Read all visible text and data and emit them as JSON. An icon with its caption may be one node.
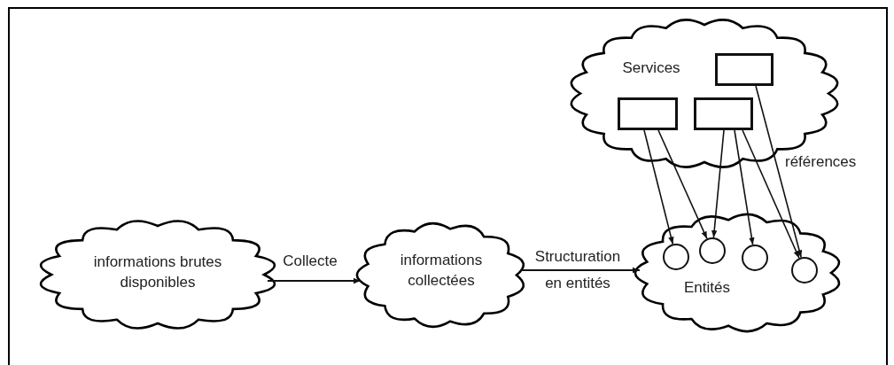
{
  "diagram": {
    "nodes": [
      {
        "text": [
          "informations brutes disponibles"
        ]
      },
      {
        "text": [
          "informations collectées"
        ]
      },
      {
        "text": [
          "Services"
        ]
      },
      {
        "text": [],
        "shape": "box",
        "in": 2
      },
      {
        "text": [],
        "shape": "box",
        "in": 2
      },
      {
        "text": [],
        "shape": "box",
        "in": 2
      },
      {
        "text": [
          "Entités"
        ]
      },
      {
        "text": [],
        "shape": "circle",
        "in": 6
      },
      {
        "text": [],
        "shape": "circle",
        "in": 6
      },
      {
        "text": [],
        "shape": "circle",
        "in": 6
      },
      {
        "text": [],
        "shape": "circle",
        "in": 6
      }
    ],
    "edges": [
      {
        "from": 0,
        "to": 1,
        "arrow": "to",
        "label": "Collecte"
      },
      {
        "from": 1,
        "to": 6,
        "arrow": "to",
        "label": "Structuration en entités"
      },
      {
        "from": 3,
        "to": 7,
        "arrow": "to"
      },
      {
        "from": 3,
        "to": 8,
        "arrow": "to"
      },
      {
        "from": 4,
        "to": 8,
        "arrow": "to"
      },
      {
        "from": 4,
        "to": 9,
        "arrow": "to"
      },
      {
        "from": 4,
        "to": 10,
        "arrow": "to"
      },
      {
        "from": 5,
        "to": 10,
        "arrow": "to"
      }
    ],
    "labels": [
      "références"
    ]
  }
}
